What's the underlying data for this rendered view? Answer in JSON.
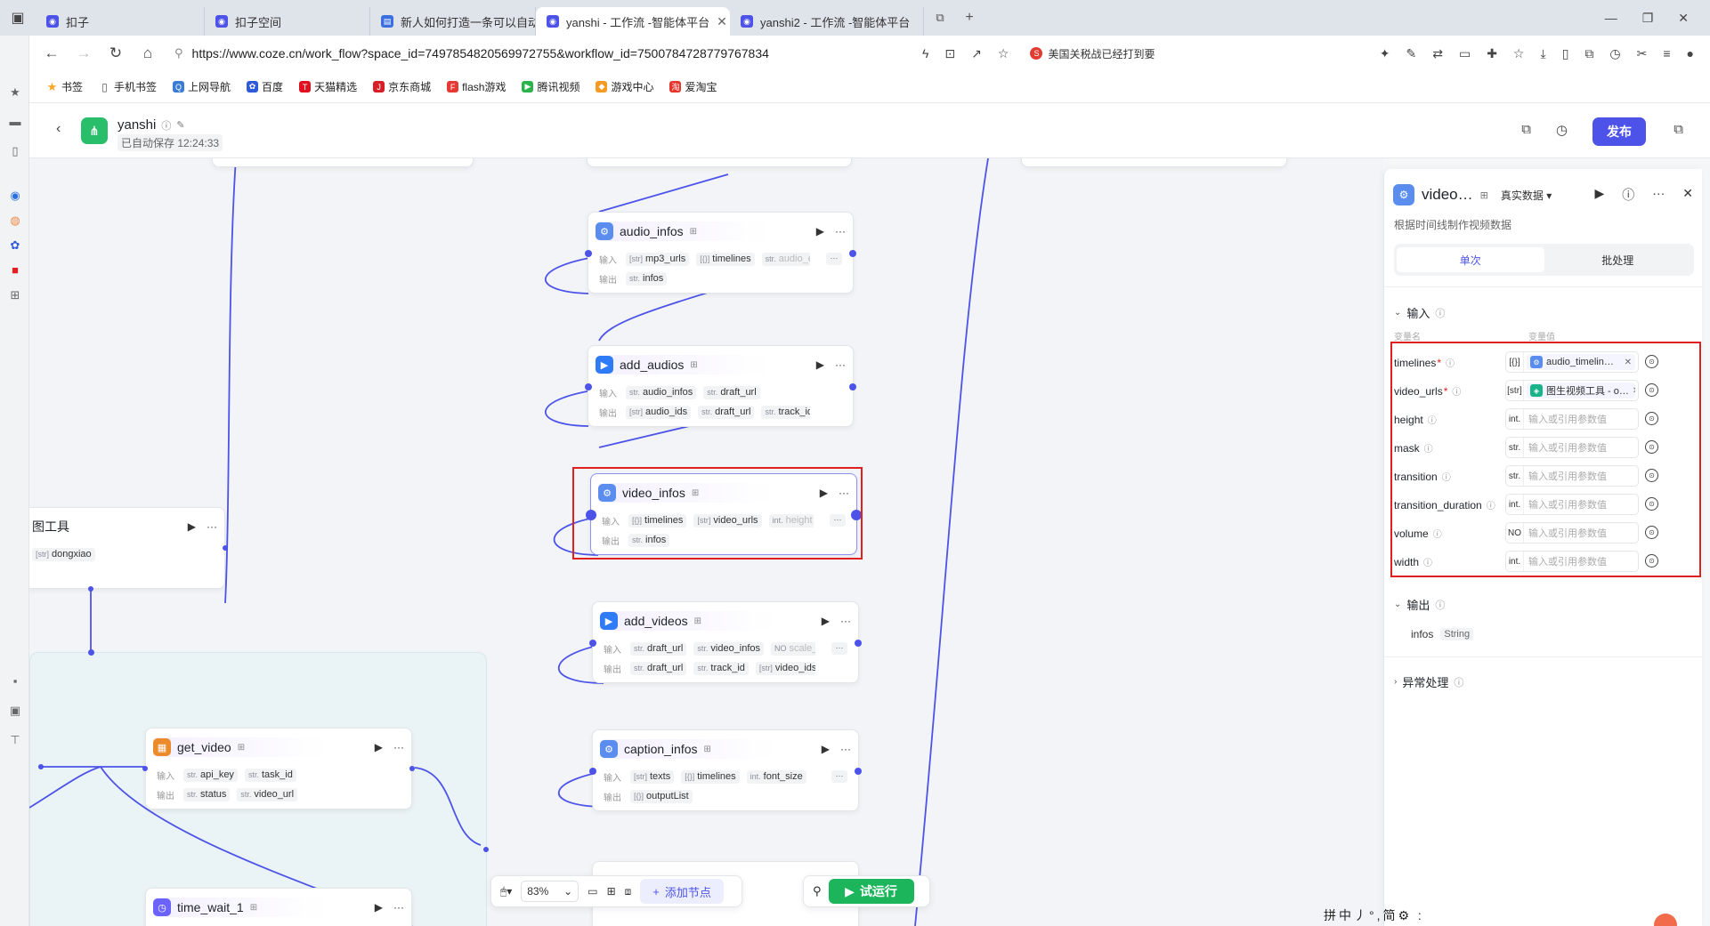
{
  "browser": {
    "tabs": [
      {
        "label": "扣子",
        "active": false
      },
      {
        "label": "扣子空间",
        "active": false
      },
      {
        "label": "新人如何打造一条可以自动生成&",
        "active": false
      },
      {
        "label": "yanshi - 工作流 -智能体平台",
        "active": true
      },
      {
        "label": "yanshi2 - 工作流 -智能体平台",
        "active": false
      }
    ],
    "url": "https://www.coze.cn/work_flow?space_id=7497854820569972755&workflow_id=7500784728779767834",
    "search_text": "美国关税战已经打到要",
    "bookmarks": [
      "书签",
      "手机书签",
      "上网导航",
      "百度",
      "天猫精选",
      "京东商城",
      "flash游戏",
      "腾讯视频",
      "游戏中心",
      "爱淘宝"
    ]
  },
  "app": {
    "workflow_name": "yanshi",
    "autosave": "已自动保存 12:24:33",
    "publish_label": "发布"
  },
  "canvas": {
    "nodes": {
      "audio_infos": {
        "title": "audio_infos",
        "input_label": "输入",
        "output_label": "输出",
        "inputs": [
          {
            "type": "[str]",
            "name": "mp3_urls"
          },
          {
            "type": "[{}]",
            "name": "timelines"
          },
          {
            "type": "str.",
            "name": "audio_effe"
          }
        ],
        "outputs": [
          {
            "type": "str.",
            "name": "infos"
          }
        ]
      },
      "add_audios": {
        "title": "add_audios",
        "input_label": "输入",
        "output_label": "输出",
        "inputs": [
          {
            "type": "str.",
            "name": "audio_infos"
          },
          {
            "type": "str.",
            "name": "draft_url"
          }
        ],
        "outputs": [
          {
            "type": "[str]",
            "name": "audio_ids"
          },
          {
            "type": "str.",
            "name": "draft_url"
          },
          {
            "type": "str.",
            "name": "track_id"
          }
        ]
      },
      "video_infos": {
        "title": "video_infos",
        "input_label": "输入",
        "output_label": "输出",
        "inputs": [
          {
            "type": "[{}]",
            "name": "timelines"
          },
          {
            "type": "[str]",
            "name": "video_urls"
          },
          {
            "type": "int.",
            "name": "height"
          }
        ],
        "outputs": [
          {
            "type": "str.",
            "name": "infos"
          }
        ]
      },
      "add_videos": {
        "title": "add_videos",
        "input_label": "输入",
        "output_label": "输出",
        "inputs": [
          {
            "type": "str.",
            "name": "draft_url"
          },
          {
            "type": "str.",
            "name": "video_infos"
          },
          {
            "type": "NO",
            "name": "scale_x"
          }
        ],
        "outputs": [
          {
            "type": "str.",
            "name": "draft_url"
          },
          {
            "type": "str.",
            "name": "track_id"
          },
          {
            "type": "[str]",
            "name": "video_ids"
          }
        ]
      },
      "caption_infos": {
        "title": "caption_infos",
        "input_label": "输入",
        "output_label": "输出",
        "inputs": [
          {
            "type": "[str]",
            "name": "texts"
          },
          {
            "type": "[{}]",
            "name": "timelines"
          },
          {
            "type": "int.",
            "name": "font_size"
          }
        ],
        "outputs": [
          {
            "type": "[{}]",
            "name": "outputList"
          }
        ]
      },
      "tool_partial": {
        "title": "图工具",
        "outputs": [
          {
            "type": "[str]",
            "name": "dongxiao"
          }
        ]
      },
      "get_video": {
        "title": "get_video",
        "input_label": "输入",
        "output_label": "输出",
        "inputs": [
          {
            "type": "str.",
            "name": "api_key"
          },
          {
            "type": "str.",
            "name": "task_id"
          }
        ],
        "outputs": [
          {
            "type": "str.",
            "name": "status"
          },
          {
            "type": "str.",
            "name": "video_url"
          }
        ]
      },
      "time_wait": {
        "title": "time_wait_1"
      }
    },
    "zoom": "83%",
    "add_node_label": "添加节点",
    "test_run_label": "试运行"
  },
  "panel": {
    "title": "video…",
    "mode_label": "真实数据",
    "description": "根据时间线制作视频数据",
    "tabs": [
      {
        "label": "单次",
        "active": true
      },
      {
        "label": "批处理",
        "active": false
      }
    ],
    "input_section": "输入",
    "col_name": "变量名",
    "col_value": "变量值",
    "params": [
      {
        "name": "timelines",
        "required": true,
        "type": "[{}]",
        "value": "audio_timelin…",
        "is_ref": true,
        "ref_color": "#5b8def"
      },
      {
        "name": "video_urls",
        "required": true,
        "type": "[str]",
        "value": "图生视频工具 - o…",
        "is_ref": true,
        "ref_color": "#1bb38a"
      },
      {
        "name": "height",
        "required": false,
        "type": "int.",
        "placeholder": "输入或引用参数值"
      },
      {
        "name": "mask",
        "required": false,
        "type": "str.",
        "placeholder": "输入或引用参数值"
      },
      {
        "name": "transition",
        "required": false,
        "type": "str.",
        "placeholder": "输入或引用参数值"
      },
      {
        "name": "transition_duration",
        "required": false,
        "type": "int.",
        "placeholder": "输入或引用参数值"
      },
      {
        "name": "volume",
        "required": false,
        "type": "NO",
        "placeholder": "输入或引用参数值"
      },
      {
        "name": "width",
        "required": false,
        "type": "int.",
        "placeholder": "输入或引用参数值"
      }
    ],
    "output_section": "输出",
    "output": {
      "name": "infos",
      "type": "String"
    },
    "error_section": "异常处理"
  },
  "ime": "拼中丿°,简⚙ :",
  "colors": {
    "accent": "#4d53e8",
    "run": "#1cb55c",
    "highlight": "#e02020"
  }
}
